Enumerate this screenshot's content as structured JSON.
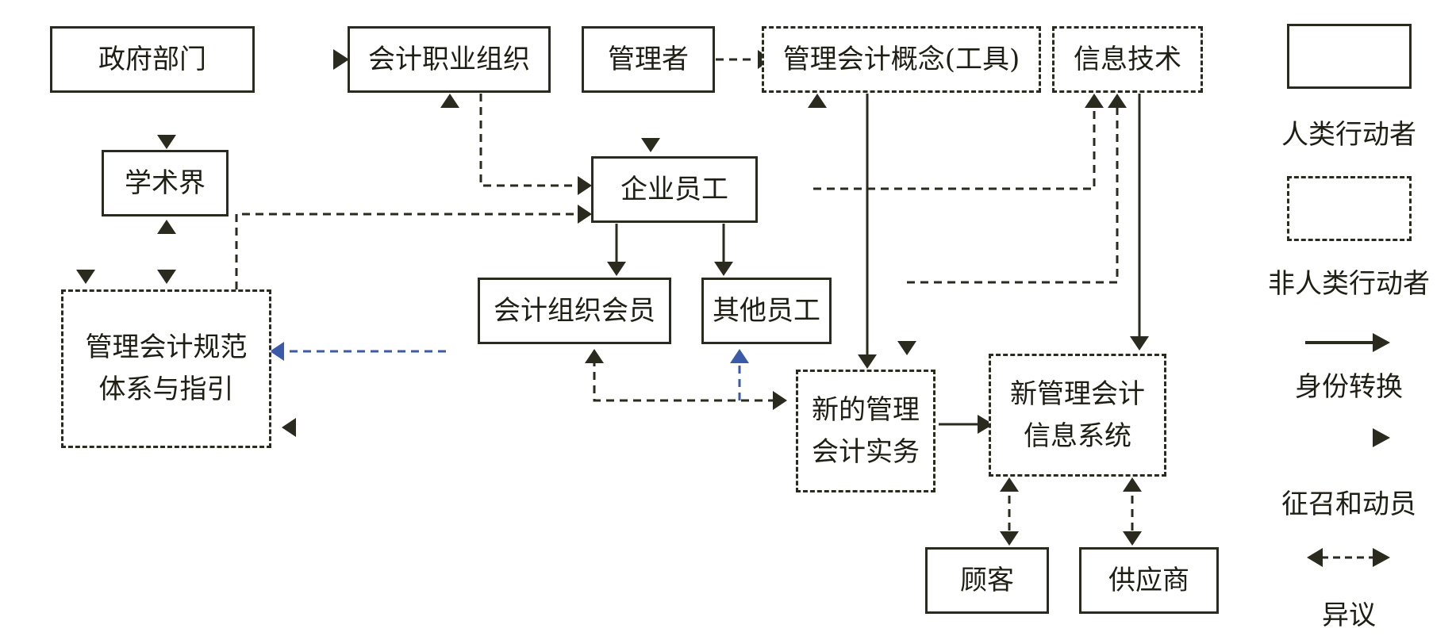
{
  "colors": {
    "ink": "#2a2a1e",
    "blue": "#3b5aa8",
    "text": "#1e1e14"
  },
  "nodes": {
    "gov": "政府部门",
    "acct_org": "会计职业组织",
    "manager": "管理者",
    "mac": "管理会计概念(工具)",
    "it": "信息技术",
    "academia": "学术界",
    "employees": "企业员工",
    "norms_line1": "管理会计规范",
    "norms_line2": "体系与指引",
    "acct_members": "会计组织会员",
    "other_staff": "其他员工",
    "practice_line1": "新的管理",
    "practice_line2": "会计实务",
    "system_line1": "新管理会计",
    "system_line2": "信息系统",
    "customer": "顾客",
    "supplier": "供应商"
  },
  "legend": {
    "human": "人类行动者",
    "nonhuman": "非人类行动者",
    "identity": "身份转换",
    "recruit": "征召和动员",
    "objection": "异议"
  }
}
